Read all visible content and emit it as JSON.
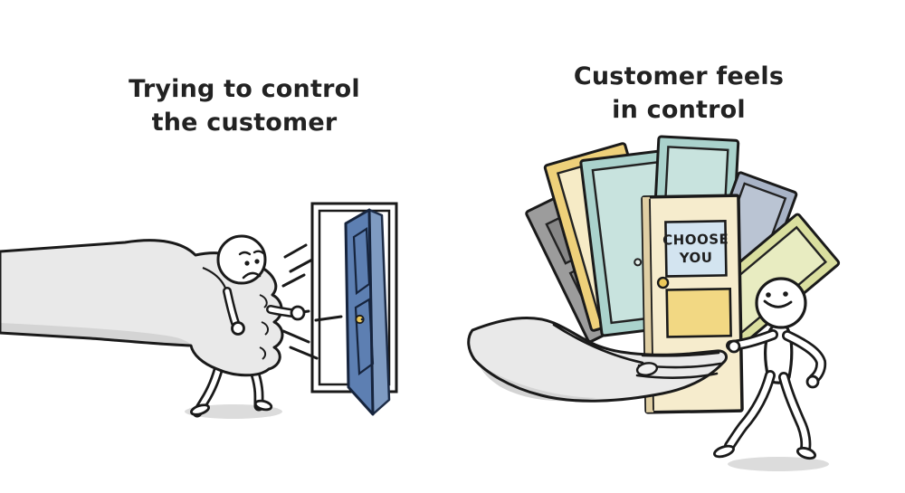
{
  "left_panel": {
    "title_line1": "Trying to control",
    "title_line2": "the customer"
  },
  "right_panel": {
    "title_line1": "Customer feels",
    "title_line2": "in control",
    "door_sign": {
      "line1": "CHOOSE",
      "line2": "YOU"
    }
  },
  "colors": {
    "ink": "#1a1a1a",
    "skin_gray": "#e9e9e9",
    "skin_shade": "#d4d4d4",
    "shadow": "#dcdcdc",
    "blue_door_face": "#5d7fb2",
    "blue_door_edge": "#7f9bc2",
    "door_gray": "#9c9c9c",
    "door_gray_panel": "#878787",
    "door_yellow": "#eed07a",
    "door_yellow_panel": "#f6ebc6",
    "door_teal": "#aad2cc",
    "door_teal_panel": "#c8e3de",
    "door_bluegray": "#a8b3c6",
    "door_bluegray_panel": "#bac4d3",
    "door_green": "#dadf9f",
    "door_green_panel": "#e8ecc1",
    "door_cream": "#f6eccd",
    "door_cream_edge": "#e0cfa4",
    "sign_blue": "#d3e4f0",
    "panel_yellow": "#f2d883",
    "knob_gold": "#ecc85a"
  }
}
